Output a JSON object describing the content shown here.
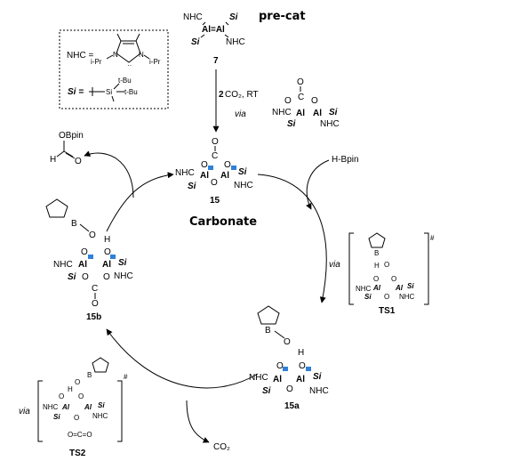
{
  "legend": {
    "nhc_label": "NHC =",
    "ipr_left": "i-Pr",
    "ipr_right": "i-Pr",
    "n1": "N",
    "n2": "N",
    "si_label": "Si =",
    "tbu1": "t-Bu",
    "tbu2": "t-Bu",
    "si_atom": "Si"
  },
  "precat": {
    "annotation": "pre-cat",
    "nhc1": "NHC",
    "nhc2": "NHC",
    "si1": "Si",
    "si2": "Si",
    "alal": "Al=Al",
    "label": "7"
  },
  "step1": {
    "reagent": "CO₂, RT",
    "count": "2",
    "via": "via",
    "intermediate": {
      "o1": "O",
      "o2": "O",
      "c": "C",
      "nhc": "NHC",
      "al1": "Al",
      "al2": "Al",
      "si1": "Si",
      "si2": "Si",
      "nhc2": "NHC"
    }
  },
  "compound15": {
    "label": "15",
    "annotation": "Carbonate",
    "nhc1": "NHC",
    "nhc2": "NHC",
    "si1": "Si",
    "si2": "Si",
    "al1": "Al",
    "al2": "Al",
    "o": "O",
    "c": "C"
  },
  "hbpin": {
    "label": "H-Bpin"
  },
  "product": {
    "o_bpin": "OBpin",
    "h": "H",
    "o": "O"
  },
  "ts1": {
    "label": "TS1",
    "via": "via",
    "double_dagger": "#",
    "nhc1": "NHC",
    "nhc2": "NHC",
    "al1": "Al",
    "al2": "Al",
    "si1": "Si",
    "si2": "Si",
    "b": "B",
    "h": "H",
    "o": "O"
  },
  "compound15a": {
    "label": "15a",
    "nhc1": "NHC",
    "nhc2": "NHC",
    "si1": "Si",
    "si2": "Si",
    "al1": "Al",
    "al2": "Al",
    "b": "B",
    "h": "H",
    "o": "O"
  },
  "compound15b": {
    "label": "15b",
    "nhc1": "NHC",
    "nhc2": "NHC",
    "si1": "Si",
    "si2": "Si",
    "al1": "Al",
    "al2": "Al",
    "b": "B",
    "h": "H",
    "o": "O",
    "c": "C"
  },
  "ts2": {
    "label": "TS2",
    "via": "via",
    "double_dagger": "#",
    "nhc1": "NHC",
    "nhc2": "NHC",
    "al1": "Al",
    "al2": "Al",
    "si1": "Si",
    "si2": "Si",
    "b": "B",
    "h": "H",
    "o": "O",
    "co2": "O=C=O"
  },
  "co2_release": {
    "label": "CO₂"
  }
}
